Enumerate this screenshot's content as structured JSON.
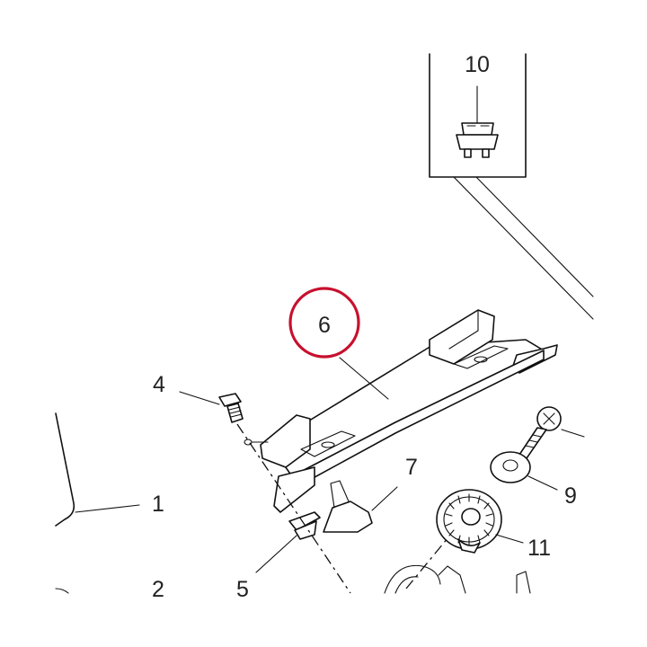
{
  "diagram": {
    "colors": {
      "line": "#111111",
      "background": "#ffffff",
      "highlight_ring": "#c8102e"
    },
    "highlighted_part": "6",
    "callouts": [
      {
        "id": "p1",
        "label": "1"
      },
      {
        "id": "p2",
        "label": "2"
      },
      {
        "id": "p4",
        "label": "4"
      },
      {
        "id": "p5",
        "label": "5"
      },
      {
        "id": "p6",
        "label": "6"
      },
      {
        "id": "p7",
        "label": "7"
      },
      {
        "id": "p9",
        "label": "9"
      },
      {
        "id": "p10",
        "label": "10"
      },
      {
        "id": "p11",
        "label": "11"
      }
    ]
  }
}
